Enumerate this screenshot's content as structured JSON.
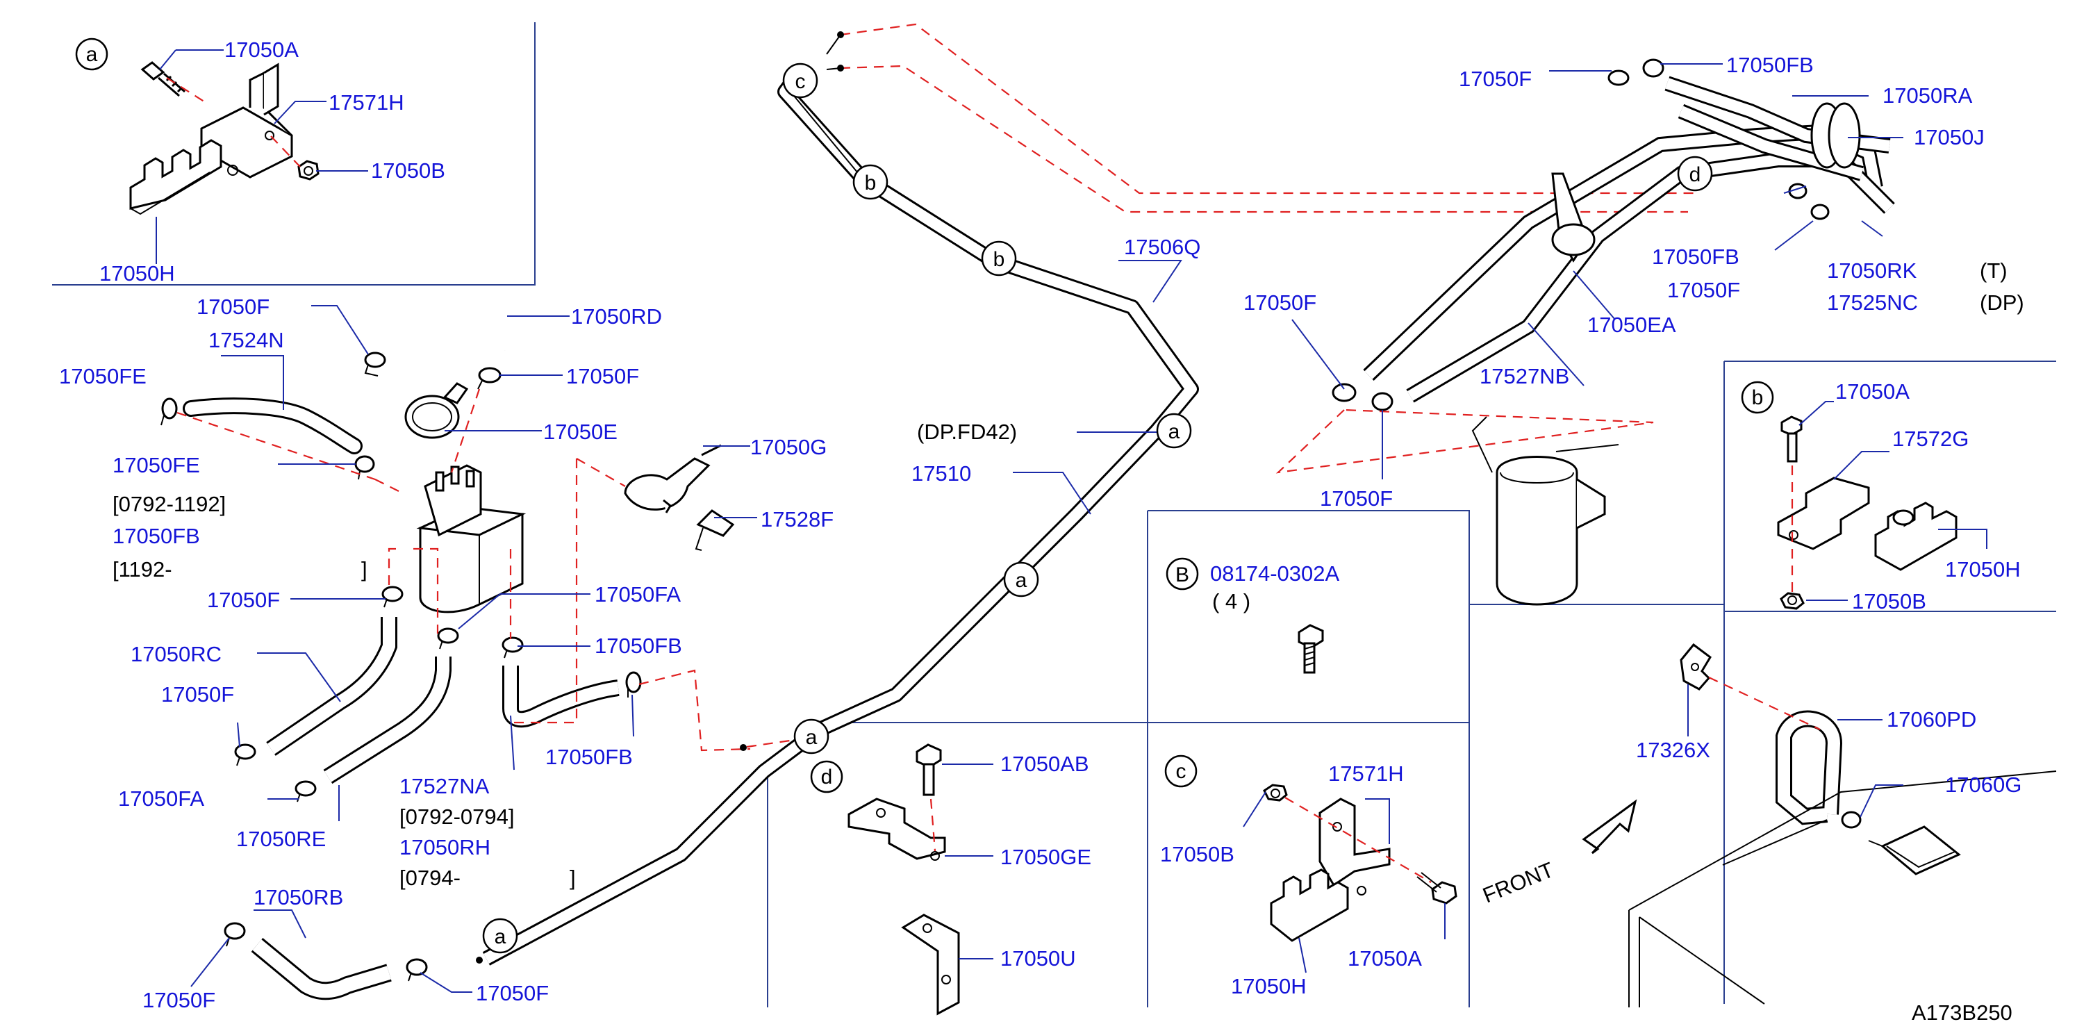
{
  "callouts": {
    "a_1705A": "17050A",
    "a_17571H": "17571H",
    "a_17050B": "17050B",
    "a_17050H": "17050H",
    "p_17050F_1": "17050F",
    "p_17050RD": "17050RD",
    "p_17524N": "17524N",
    "p_17050FE_1": "17050FE",
    "p_17050F_2": "17050F",
    "p_17050E": "17050E",
    "p_17050G": "17050G",
    "p_17528F": "17528F",
    "p_17050FE_2": "17050FE",
    "p_17050FB_1": "17050FB",
    "p_17050F_3": "17050F",
    "p_17050FA_1": "17050FA",
    "p_17050FB_2": "17050FB",
    "p_17050RC": "17050RC",
    "p_17050F_4": "17050F",
    "p_17050FB_3": "17050FB",
    "p_17050FA_2": "17050FA",
    "p_17050RE": "17050RE",
    "p_17527NA": "17527NA",
    "p_17050RH": "17050RH",
    "p_17050RB": "17050RB",
    "p_17050F_5": "17050F",
    "p_17050F_6": "17050F",
    "p_17510": "17510",
    "p_17506Q": "17506Q",
    "p_17050F_top": "17050F",
    "p_17050FB_top": "17050FB",
    "p_17050RA": "17050RA",
    "p_17050J": "17050J",
    "p_17050FB_r": "17050FB",
    "p_17050F_r": "17050F",
    "p_17050RK": "17050RK",
    "p_17525NC": "17525NC",
    "p_17050F_l": "17050F",
    "p_17050EA": "17050EA",
    "p_17527NB": "17527NB",
    "p_17050F_b": "17050F",
    "b_17050A": "17050A",
    "b_17572G": "17572G",
    "b_17050H": "17050H",
    "b_17050B": "17050B",
    "B_08174": "08174-0302A",
    "d_17050AB": "17050AB",
    "d_17050GE": "17050GE",
    "d_17050U": "17050U",
    "c_17571H": "17571H",
    "c_17050B": "17050B",
    "c_17050H": "17050H",
    "c_17050A": "17050A",
    "p_17326X": "17326X",
    "p_17060PD": "17060PD",
    "p_17060G": "17060G"
  },
  "notes": {
    "d_0792_1192": "[0792-1192]",
    "d_1192": "[1192-",
    "d_1192_end": "]",
    "d_0792_0794": "[0792-0794]",
    "d_0794": "[0794-",
    "d_0794_end": "]",
    "dp_fd42": "(DP.FD42)",
    "t": "(T)",
    "dp": "(DP)",
    "qty4": "( 4 )",
    "front": "FRONT",
    "code": "A173B250"
  },
  "markers": {
    "a": "a",
    "b": "b",
    "c": "c",
    "d": "d",
    "B": "B"
  }
}
